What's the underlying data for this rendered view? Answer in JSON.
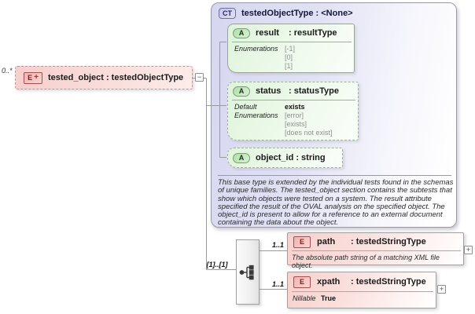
{
  "colors": {
    "element_pink": "#f6cfcc",
    "attribute_green": "#def4da",
    "complex_lavender": "#d6d6f0",
    "connector_gray": "#999999"
  },
  "element": {
    "cardinality": "0..*",
    "icon_label": "E",
    "icon_plus": "+",
    "label": "tested_object : testedObjectType"
  },
  "handles": {
    "collapse": "−",
    "expand": "+"
  },
  "complex_type": {
    "icon_label": "CT",
    "title": "testedObjectType : <None>",
    "attributes": [
      {
        "icon_label": "A",
        "name": "result",
        "type": ": resultType",
        "rows": [
          {
            "label": "Enumerations",
            "values": [
              "[-1]",
              "[0]",
              "[1]"
            ]
          }
        ]
      },
      {
        "icon_label": "A",
        "name": "status",
        "type": ": statusType",
        "default_label": "Default",
        "default_value": "exists",
        "enum_label": "Enumerations",
        "enum_values": [
          "[error]",
          "[exists]",
          "[does not exist]"
        ]
      },
      {
        "icon_label": "A",
        "name": "object_id : string"
      }
    ],
    "documentation": "This base type is extended by the individual tests found in the schemas of unique families.  The tested_object section contains the subtests that show which objects were tested on a system. The result attribute specified the result of the OVAL analysis on the specified object. The object_id is present to allow for a reference to an external document containing the data about the object."
  },
  "sequence": {
    "cardinality": "[1]..[1]"
  },
  "children": [
    {
      "cardinality": "1..1",
      "icon_label": "E",
      "name": "path",
      "type": ": testedStringType",
      "documentation": "The absolute path string of a matching XML file object."
    },
    {
      "cardinality": "1..1",
      "icon_label": "E",
      "name": "xpath",
      "type": ": testedStringType",
      "nillable_label": "Nillable",
      "nillable_value": "True"
    }
  ]
}
